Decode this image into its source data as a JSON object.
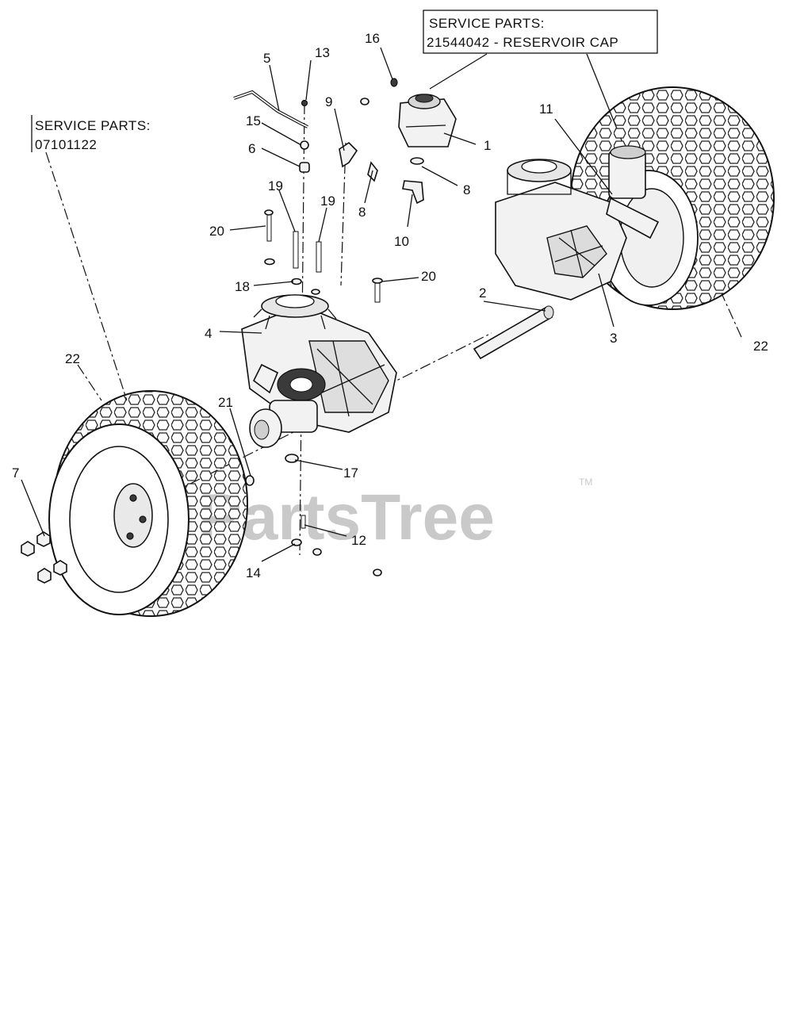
{
  "watermark": {
    "text": "PartsTree",
    "tm": "TM"
  },
  "service_parts": [
    {
      "id": "reservoir",
      "heading": "SERVICE PARTS:",
      "detail": "21544042 - RESERVOIR CAP"
    },
    {
      "id": "wheel",
      "heading": "SERVICE PARTS:",
      "detail": "07101122"
    }
  ],
  "callouts": [
    {
      "id": "c1",
      "label": "1"
    },
    {
      "id": "c2",
      "label": "2"
    },
    {
      "id": "c3",
      "label": "3"
    },
    {
      "id": "c4",
      "label": "4"
    },
    {
      "id": "c5",
      "label": "5"
    },
    {
      "id": "c6",
      "label": "6"
    },
    {
      "id": "c7",
      "label": "7"
    },
    {
      "id": "c8a",
      "label": "8"
    },
    {
      "id": "c8b",
      "label": "8"
    },
    {
      "id": "c9",
      "label": "9"
    },
    {
      "id": "c10",
      "label": "10"
    },
    {
      "id": "c11",
      "label": "11"
    },
    {
      "id": "c12",
      "label": "12"
    },
    {
      "id": "c13",
      "label": "13"
    },
    {
      "id": "c14",
      "label": "14"
    },
    {
      "id": "c15",
      "label": "15"
    },
    {
      "id": "c16",
      "label": "16"
    },
    {
      "id": "c17",
      "label": "17"
    },
    {
      "id": "c18",
      "label": "18"
    },
    {
      "id": "c19a",
      "label": "19"
    },
    {
      "id": "c19b",
      "label": "19"
    },
    {
      "id": "c20a",
      "label": "20"
    },
    {
      "id": "c20b",
      "label": "20"
    },
    {
      "id": "c21",
      "label": "21"
    },
    {
      "id": "c22a",
      "label": "22"
    },
    {
      "id": "c22b",
      "label": "22"
    }
  ]
}
